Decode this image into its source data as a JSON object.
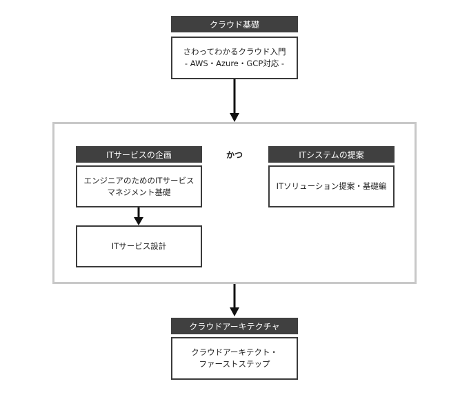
{
  "top": {
    "header": "クラウド基礎",
    "course": [
      "さわってわかるクラウド入門",
      "- AWS・Azure・GCP対応 -"
    ]
  },
  "middle": {
    "connector": "かつ",
    "left": {
      "header": "ITサービスの企画",
      "course1": [
        "エンジニアのためのITサービス",
        "マネジメント基礎"
      ],
      "course2": "ITサービス設計"
    },
    "right": {
      "header": "ITシステムの提案",
      "course": "ITソリューション提案・基礎編"
    }
  },
  "bottom": {
    "header": "クラウドアーキテクチャ",
    "course": [
      "クラウドアーキテクト・",
      "ファーストステップ"
    ]
  }
}
